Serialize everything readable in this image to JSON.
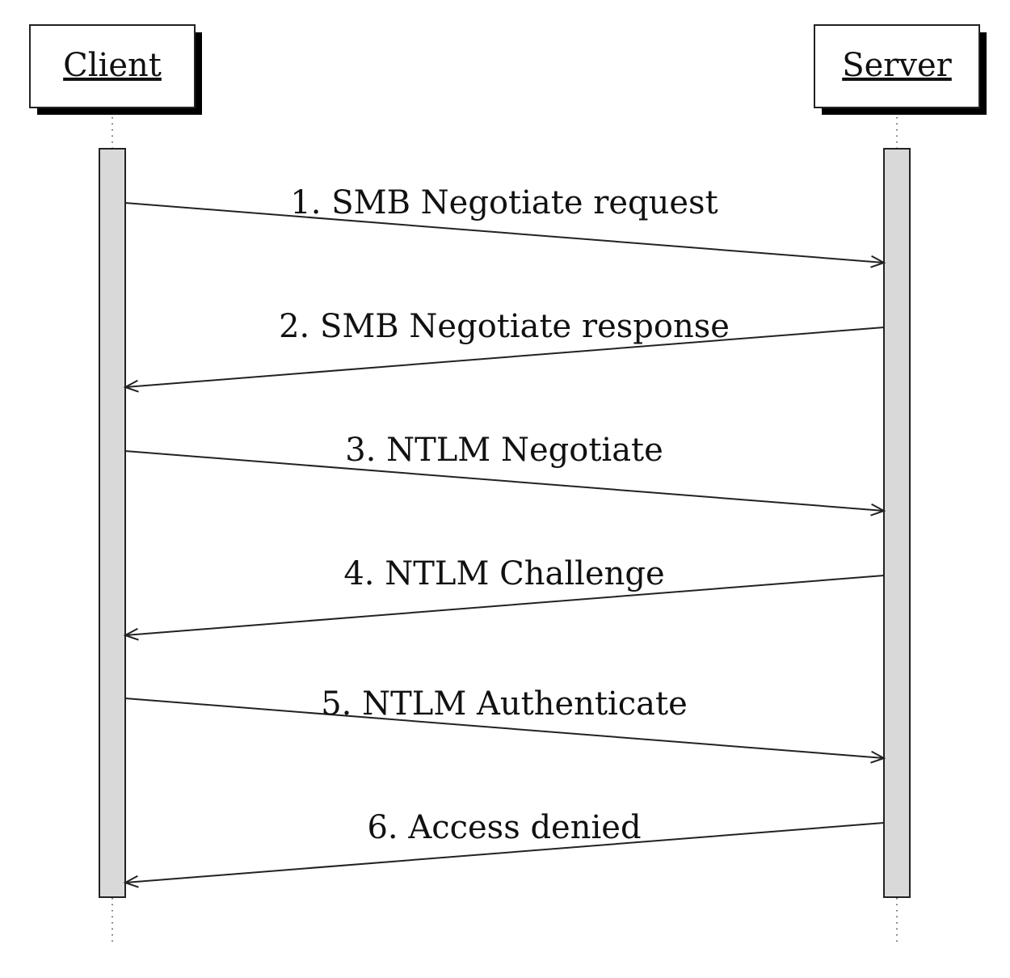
{
  "participants": {
    "client": "Client",
    "server": "Server"
  },
  "messages": [
    {
      "label": "1. SMB Negotiate request",
      "from": "client",
      "to": "server"
    },
    {
      "label": "2. SMB Negotiate response",
      "from": "server",
      "to": "client"
    },
    {
      "label": "3. NTLM Negotiate",
      "from": "client",
      "to": "server"
    },
    {
      "label": "4. NTLM Challenge",
      "from": "server",
      "to": "client"
    },
    {
      "label": "5. NTLM Authenticate",
      "from": "client",
      "to": "server"
    },
    {
      "label": "6. Access denied",
      "from": "server",
      "to": "client"
    }
  ],
  "colors": {
    "activation_fill": "#d9d9d9",
    "stroke": "#222222",
    "shadow": "#000000"
  }
}
